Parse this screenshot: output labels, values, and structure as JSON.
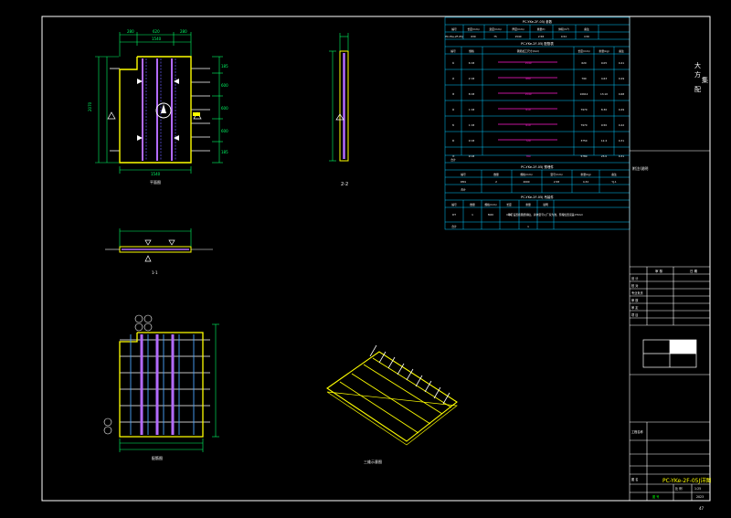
{
  "title_block": {
    "company_chars": [
      "大",
      "方",
      "集",
      "配"
    ],
    "notes_label": "附注/说明",
    "review_header_a": "审 核",
    "review_header_b": "日 期",
    "review_rows": [
      "设 计",
      "校 对",
      "专业负责",
      "审 核",
      "审 定",
      "项 目"
    ],
    "project_label": "工程名称",
    "drawing_name_label": "图 名",
    "drawing_code": "PC-YKe-2F-05J",
    "drawing_suffix": "详图",
    "scale_label": "比 例",
    "scale_value": "1:25",
    "drawing_no_label": "图 号",
    "date_value": "2023",
    "page_no": "47"
  },
  "tables": {
    "param_title": "PC-YKe-2F-05J 参数",
    "param_headers": [
      "编号",
      "长度(mm)",
      "宽度(mm)",
      "厚度(mm)",
      "重量(t)",
      "体积(m³)",
      "备注"
    ],
    "param_row": [
      "PC-YKe-2F-05J",
      "630",
      "75",
      "1540",
      "2.58",
      "0.52",
      "C30"
    ],
    "rebar_title": "PC-YKe-2F-05J 配筋表",
    "rebar_headers": [
      "编号",
      "规格",
      "钢筋加工尺寸(mm)",
      "长度(mm)",
      "重量(kg)",
      "备注"
    ],
    "rebar_rows": [
      [
        "①",
        "6 C8",
        "1540",
        "620",
        "9.05",
        "0.41"
      ],
      [
        "②",
        "2 C8",
        "680",
        "790",
        "4.63",
        "0.29"
      ],
      [
        "③",
        "8 C8",
        "1540",
        "10612",
        "13.10",
        "0.68"
      ],
      [
        "④",
        "1 C8",
        "610",
        "7970",
        "8.30",
        "0.49"
      ],
      [
        "⑤",
        "1 C8",
        "610",
        "7970",
        "9.50",
        "0.42"
      ],
      [
        "⑥",
        "9 C8",
        "720",
        "3750",
        "12.4",
        "0.31"
      ],
      [
        "⑦",
        "9 C8",
        "780",
        "5780",
        "23.0",
        "0.31"
      ]
    ],
    "rebar_total_label": "合计",
    "embed_title": "PC-YKe-2F-05J 预埋件",
    "embed_headers": [
      "编号",
      "数量",
      "规格(mm)",
      "型号(mm)",
      "重量(kg)",
      "备注"
    ],
    "embed_rows": [
      [
        "DM1",
        "2",
        "2000",
        "2.58",
        "4.32",
        "YJ-1"
      ],
      [
        "合计",
        "",
        "",
        "",
        "",
        ""
      ]
    ],
    "hoist_title": "PC-YKe-2F-05J 吊装件",
    "hoist_headers": [
      "编号",
      "数量",
      "规格(mm)",
      "长度",
      "重量",
      "说明"
    ],
    "hoist_rows": [
      [
        "DT",
        "1",
        "M20",
        "C30",
        "1",
        "吊钉设置按图纸标注，具体型号以厂家为准，预埋位置误差±5mm"
      ],
      [
        "合计",
        "",
        "",
        "",
        "1",
        ""
      ]
    ]
  },
  "views": {
    "plan_label": "平面图",
    "section22_label": "2-2",
    "section11_label": "1-1",
    "rebar_label": "配筋图",
    "axon_label": "三维示意图"
  },
  "dims": {
    "plan_top": [
      "280",
      "620",
      "280"
    ],
    "plan_total": "1540",
    "plan_left": "2070",
    "plan_right": [
      "185",
      "600",
      "600",
      "600",
      "185"
    ],
    "plan_bottom": "1540"
  },
  "colors": {
    "frame": "#ffffff",
    "table_line": "#00c8ff",
    "outline": "#ffff00",
    "rebar": "#b36bff",
    "dim": "#00ff66",
    "magenta": "#ff1dce",
    "green_text": "#00ff00"
  }
}
